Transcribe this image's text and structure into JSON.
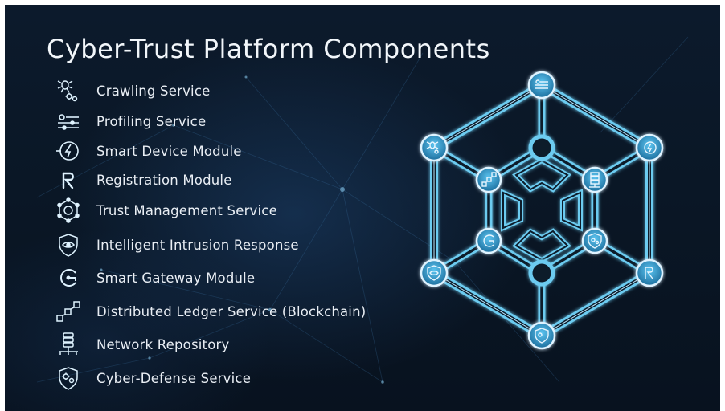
{
  "slide": {
    "title": "Cyber-Trust Platform Components",
    "components": [
      {
        "label": "Crawling Service",
        "icon": "spider-gears-icon"
      },
      {
        "label": "Profiling Service",
        "icon": "sliders-gear-icon"
      },
      {
        "label": "Smart Device Module",
        "icon": "lightning-circle-icon"
      },
      {
        "label": "Registration Module",
        "icon": "registration-r-icon"
      },
      {
        "label": "Trust Management Service",
        "icon": "hex-network-icon"
      },
      {
        "label": "Intelligent Intrusion Response",
        "icon": "shield-eye-icon"
      },
      {
        "label": "Smart Gateway Module",
        "icon": "gateway-g-icon"
      },
      {
        "label": "Distributed Ledger Service (Blockchain)",
        "icon": "blockchain-cubes-icon"
      },
      {
        "label": "Network Repository",
        "icon": "database-network-icon"
      },
      {
        "label": "Cyber-Defense Service",
        "icon": "shield-gears-icon"
      }
    ]
  },
  "colors": {
    "background": "#0a1726",
    "title": "#f2f6fa",
    "text": "#e9eef4",
    "accent": "#6ccbf0",
    "icon": "#dff3ff"
  }
}
